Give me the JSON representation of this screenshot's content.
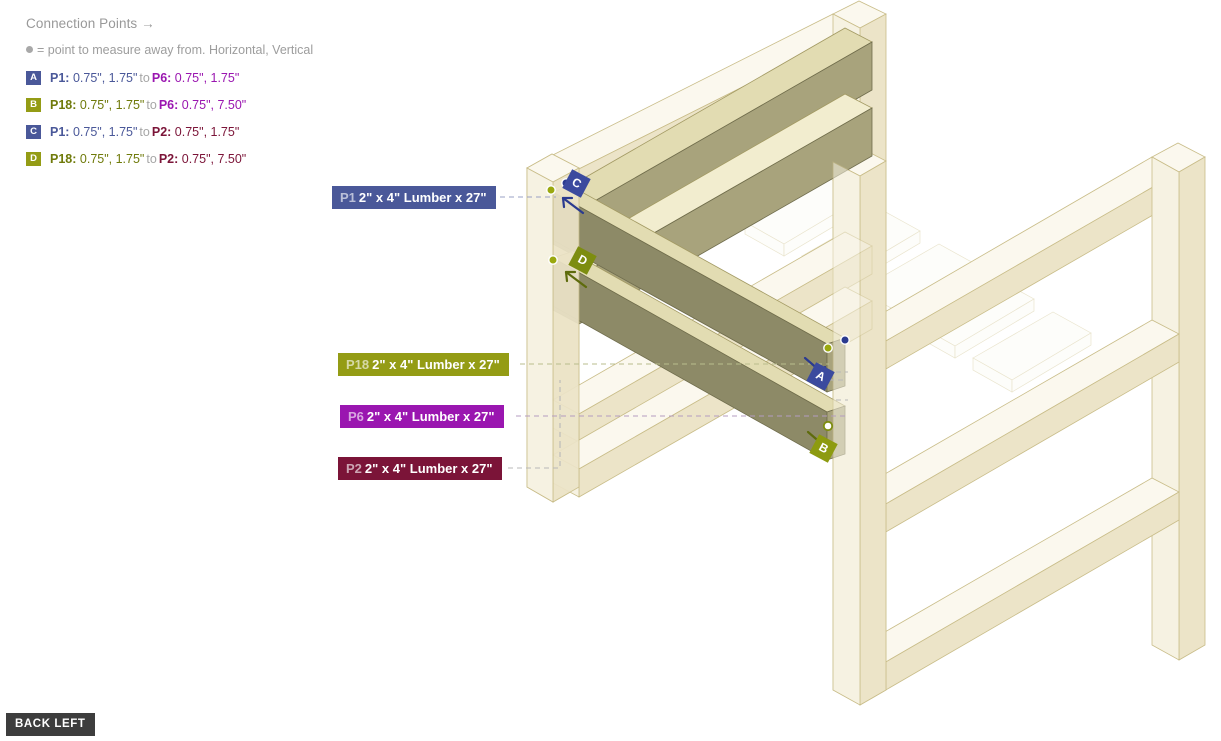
{
  "legend": {
    "title": "Connection Points →",
    "subtitle": "= point to measure away from. Horizontal, Vertical",
    "rows": [
      {
        "badge": "A",
        "badge_color": "#4a5899",
        "from_id": "P1:",
        "from_val": "0.75\", 1.75\"",
        "from_color": "#4a5899",
        "to": "to",
        "target_id": "P6:",
        "target_val": "0.75\", 1.75\"",
        "target_color": "#9a16b0"
      },
      {
        "badge": "B",
        "badge_color": "#949c15",
        "from_id": "P18:",
        "from_val": "0.75\", 1.75\"",
        "from_color": "#6f7a0a",
        "to": "to",
        "target_id": "P6:",
        "target_val": "0.75\", 7.50\"",
        "target_color": "#9a16b0"
      },
      {
        "badge": "C",
        "badge_color": "#4a5899",
        "from_id": "P1:",
        "from_val": "0.75\", 1.75\"",
        "from_color": "#4a5899",
        "to": "to",
        "target_id": "P2:",
        "target_val": "0.75\", 1.75\"",
        "target_color": "#7b1438"
      },
      {
        "badge": "D",
        "badge_color": "#949c15",
        "from_id": "P18:",
        "from_val": "0.75\", 1.75\"",
        "from_color": "#6f7a0a",
        "to": "to",
        "target_id": "P2:",
        "target_val": "0.75\", 7.50\"",
        "target_color": "#7b1438"
      }
    ]
  },
  "callouts": [
    {
      "id": "P1",
      "text": "2\" x 4\" Lumber  x 27\"",
      "color": "#4a5899"
    },
    {
      "id": "P18",
      "text": "2\" x 4\" Lumber  x 27\"",
      "color": "#949c15"
    },
    {
      "id": "P6",
      "text": "2\" x 4\" Lumber  x 27\"",
      "color": "#9a16b0"
    },
    {
      "id": "P2",
      "text": "2\" x 4\" Lumber  x 27\"",
      "color": "#7b1438"
    }
  ],
  "markers": [
    {
      "label": "C",
      "color": "#3b4a9e"
    },
    {
      "label": "D",
      "color": "#7d8d10"
    },
    {
      "label": "A",
      "color": "#3b4a9e"
    },
    {
      "label": "B",
      "color": "#8d9b10"
    }
  ],
  "view_tag": {
    "label": "BACK LEFT"
  },
  "colors": {
    "background": "#ffffff",
    "lumber_light": "#f2ead0",
    "lumber_mid": "#e6dcb9",
    "lumber_dark": "#8d8a67",
    "lumber_edge": "#b6ab72",
    "ghost": "#f7f4e8",
    "leader_grey": "#b8b8b8",
    "text_grey": "#999999"
  }
}
